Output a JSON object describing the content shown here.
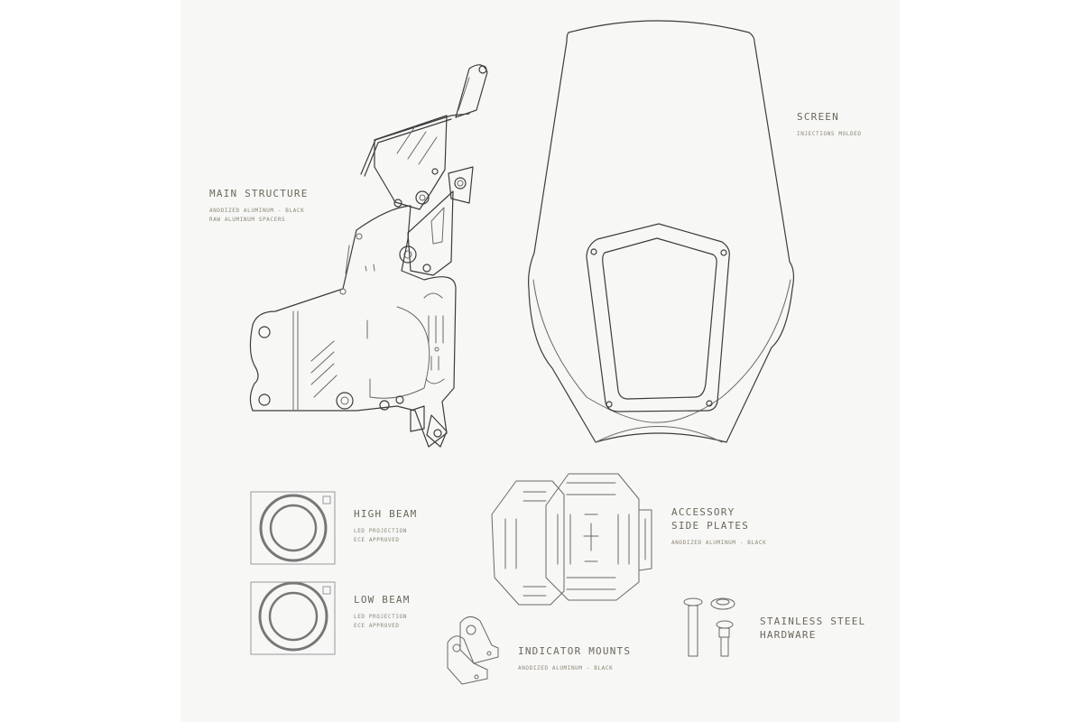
{
  "canvas": {
    "background": "#ffffff",
    "panel_color": "#f7f7f6",
    "line_color": "#3c3c3c",
    "label_color": "#6b6759"
  },
  "components": {
    "main_structure": {
      "title": "MAIN STRUCTURE",
      "details": "ANODIZED ALUMINUM - BLACK\nRAW ALUMINUM SPACERS",
      "icon": "bracket-frame-drawing"
    },
    "screen": {
      "title": "SCREEN",
      "details": "INJECTIONS MOLDED",
      "icon": "windscreen-drawing"
    },
    "high_beam": {
      "title": "HIGH BEAM",
      "details": "LED PROJECTION\nECE APPROVED",
      "icon": "headlight-ring-drawing"
    },
    "low_beam": {
      "title": "LOW BEAM",
      "details": "LED PROJECTION\nECE APPROVED",
      "icon": "headlight-ring-drawing"
    },
    "accessory_side_plates": {
      "title": "ACCESSORY\nSIDE PLATES",
      "details": "ANODIZED ALUMINUM - BLACK",
      "icon": "side-plate-drawing"
    },
    "indicator_mounts": {
      "title": "INDICATOR MOUNTS",
      "details": "ANODIZED ALUMINUM - BLACK",
      "icon": "l-bracket-drawing"
    },
    "hardware": {
      "title": "STAINLESS STEEL\nHARDWARE",
      "details": "",
      "icon": "bolts-drawing"
    }
  }
}
